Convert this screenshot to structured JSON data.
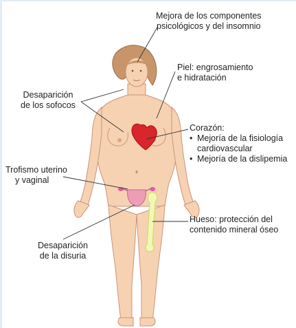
{
  "colors": {
    "skin": "#f6d2b2",
    "skin_stroke": "#c9937a",
    "hair": "#c8956a",
    "heart": "#d8262c",
    "bone": "#f2f7b6",
    "bone_stroke": "#cfdc6a",
    "uterus": "#ee9db6",
    "ovary": "#e45aa5",
    "leader": "#333333"
  },
  "labels": {
    "psico": [
      "Mejora de los componentes",
      "psicológicos y del insomnio"
    ],
    "piel": [
      "Piel: engrosamiento",
      "e hidratación"
    ],
    "sofocos": [
      "Desaparición",
      "de los sofocos"
    ],
    "corazon_title": "Corazón:",
    "corazon_items": [
      "Mejoría de la fisiología",
      "cardiovascular",
      "Mejoría de la dislipemia"
    ],
    "trofismo": [
      "Trofismo uterino",
      "y vaginal"
    ],
    "hueso": [
      "Hueso: protección del",
      "contenido mineral óseo"
    ],
    "disuria": [
      "Desaparición",
      "de la disuria"
    ]
  }
}
